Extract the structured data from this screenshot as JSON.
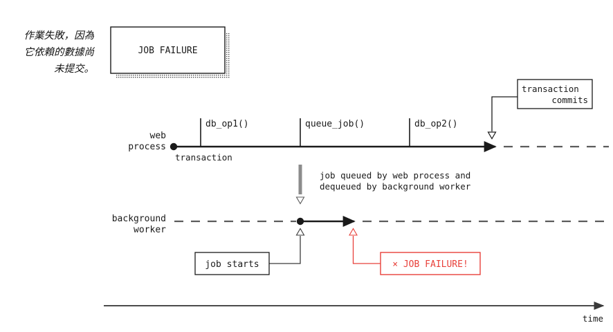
{
  "diagram": {
    "title_note": {
      "lines": [
        "作業失敗，因為",
        "它依賴的數據尚",
        "未提交。"
      ]
    },
    "callout_box_top": {
      "label": "JOB FAILURE",
      "has_halftone_shadow": true
    },
    "lanes": [
      {
        "id": "web-process",
        "label_lines": [
          "web",
          "process"
        ],
        "sub_label": "transaction",
        "events": [
          {
            "name": "db_op1",
            "label": "db_op1()"
          },
          {
            "name": "queue_job",
            "label": "queue_job()"
          },
          {
            "name": "db_op2",
            "label": "db_op2()"
          }
        ]
      },
      {
        "id": "background-worker",
        "label_lines": [
          "background",
          "worker"
        ],
        "events": [
          {
            "name": "job_starts",
            "label": "job starts"
          },
          {
            "name": "job_failure",
            "label": "× JOB FAILURE!"
          }
        ]
      }
    ],
    "annotations": {
      "transaction_commits": {
        "lines": [
          "transaction",
          "commits"
        ]
      },
      "queue_note": {
        "lines": [
          "job queued by web process and",
          "dequeued by background worker"
        ]
      },
      "job_starts_box": {
        "label": "job starts"
      },
      "job_failure_box": {
        "label": "× JOB FAILURE!"
      }
    },
    "axis": {
      "label": "time"
    },
    "colors": {
      "ink": "#1a1a1a",
      "muted_dash": "#5b5b5b",
      "gray_bar": "#8c8c8c",
      "failure_red": "#e8403a",
      "paper": "#ffffff"
    }
  }
}
